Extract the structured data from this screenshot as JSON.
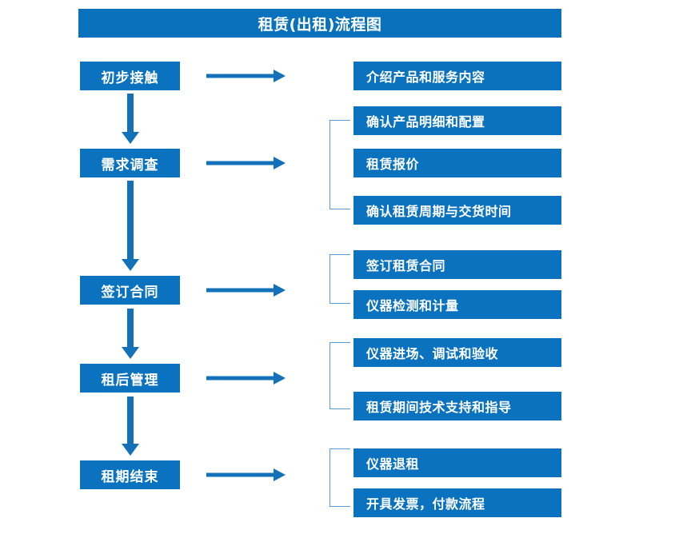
{
  "title": "租赁(出租)流程图",
  "colors": {
    "box_blue": "#0b72bf",
    "title_blue": "#0a72bd",
    "arrow_blue": "#1271b8",
    "bracket_blue": "#5b9bd5",
    "text_white": "#ffffff",
    "background": "#ffffff"
  },
  "stages": [
    {
      "label": "初步接触"
    },
    {
      "label": "需求调查"
    },
    {
      "label": "签订合同"
    },
    {
      "label": "租后管理"
    },
    {
      "label": "租期结束"
    }
  ],
  "details": [
    {
      "label": "介绍产品和服务内容"
    },
    {
      "label": "确认产品明细和配置"
    },
    {
      "label": "租赁报价"
    },
    {
      "label": "确认租赁周期与交货时间"
    },
    {
      "label": "签订租赁合同"
    },
    {
      "label": "仪器检测和计量"
    },
    {
      "label": "仪器进场、调试和验收"
    },
    {
      "label": "租赁期间技术支持和指导"
    },
    {
      "label": "仪器退租"
    },
    {
      "label": "开具发票，付款流程"
    }
  ],
  "groups": [
    {
      "stage": "初步接触",
      "items": [
        "介绍产品和服务内容"
      ]
    },
    {
      "stage": "需求调查",
      "items": [
        "确认产品明细和配置",
        "租赁报价",
        "确认租赁周期与交货时间"
      ]
    },
    {
      "stage": "签订合同",
      "items": [
        "签订租赁合同",
        "仪器检测和计量"
      ]
    },
    {
      "stage": "租后管理",
      "items": [
        "仪器进场、调试和验收",
        "租赁期间技术支持和指导"
      ]
    },
    {
      "stage": "租期结束",
      "items": [
        "仪器退租",
        "开具发票，付款流程"
      ]
    }
  ]
}
